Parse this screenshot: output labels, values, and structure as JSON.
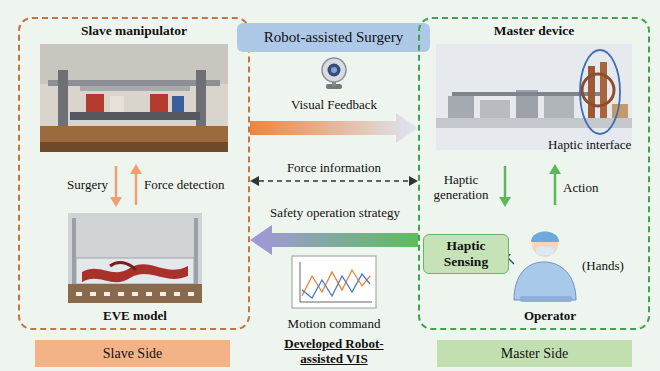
{
  "diagram": {
    "nodes": [
      {
        "text": [
          "Slave manipulator"
        ]
      },
      {
        "text": [
          "Slave Side"
        ]
      },
      {
        "text": [
          "Robot-assisted Surgery"
        ]
      },
      {
        "text": [
          "Master device"
        ]
      },
      {
        "text": [
          "Haptic Sensing"
        ],
        "in": 3
      },
      {
        "text": [
          "Master Side"
        ]
      }
    ],
    "edges": [
      {
        "from": 0,
        "to": 3,
        "arrow": "to",
        "label": "Visual Feedback"
      },
      {
        "from": 0,
        "to": 3,
        "arrow": "both",
        "label": "Force information"
      },
      {
        "from": 3,
        "to": 0,
        "arrow": "to"
      }
    ],
    "labels": [
      "Surgery",
      "Force detection",
      "EVE model",
      "Haptic interface",
      "Haptic generation",
      "Action",
      "(Hands)",
      "Operator",
      "Safety operation strategy",
      "Motion command",
      "Developed Robot-assisted VIS"
    ]
  }
}
